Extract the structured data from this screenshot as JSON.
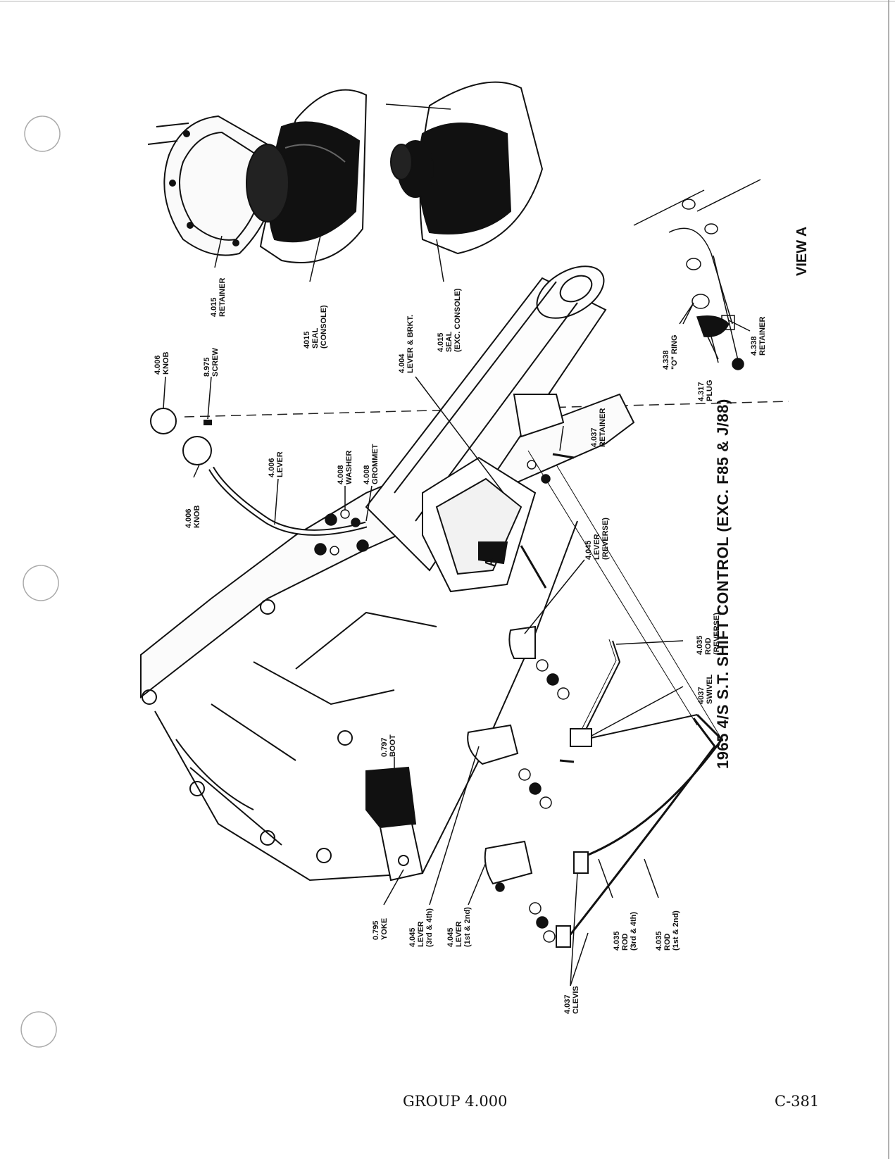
{
  "title": "1965 4/S S.T. SHIFT CONTROL (EXC. F85 & J/88)",
  "view_label": "VIEW A",
  "footer": {
    "group": "GROUP 4.000",
    "page": "C-381"
  },
  "callouts": {
    "retainer_4015": [
      "4.015",
      "RETAINER"
    ],
    "seal_console": [
      "4015",
      "SEAL",
      "(CONSOLE)"
    ],
    "seal_exc_console": [
      "4.015",
      "SEAL",
      "(EXC. CONSOLE)"
    ],
    "lever_brkt": [
      "4.004",
      "LEVER & BRKT."
    ],
    "knob_top": [
      "4.006",
      "KNOB"
    ],
    "screw": [
      "8.975",
      "SCREW"
    ],
    "lever_4006": [
      "4.006",
      "LEVER"
    ],
    "knob_left": [
      "4.006",
      "KNOB"
    ],
    "washer": [
      "4.008",
      "WASHER"
    ],
    "grommet": [
      "4.008",
      "GROMMET"
    ],
    "retainer_4037": [
      "4.037",
      "RETAINER"
    ],
    "lever_reverse": [
      "4.045",
      "LEVER",
      "(REVERSE)"
    ],
    "rod_reverse": [
      "4.035",
      "ROD",
      "(REVERSE)"
    ],
    "swivel": [
      "4037",
      "SWIVEL"
    ],
    "boot": [
      "0.797",
      "BOOT"
    ],
    "yoke": [
      "0.795",
      "YOKE"
    ],
    "lever_34": [
      "4.045",
      "LEVER",
      "(3rd & 4th)"
    ],
    "lever_12": [
      "4.045",
      "LEVER",
      "(1st & 2nd)"
    ],
    "rod_34": [
      "4.035",
      "ROD",
      "(3rd & 4th)"
    ],
    "rod_12": [
      "4.035",
      "ROD",
      "(1st & 2nd)"
    ],
    "clevis": [
      "4.037",
      "CLEVIS"
    ],
    "o_ring": [
      "4.338",
      "\"O\" RING"
    ],
    "plug": [
      "4.317",
      "PLUG"
    ],
    "retainer_4338": [
      "4.338",
      "RETAINER"
    ]
  },
  "inset_letter": "A"
}
